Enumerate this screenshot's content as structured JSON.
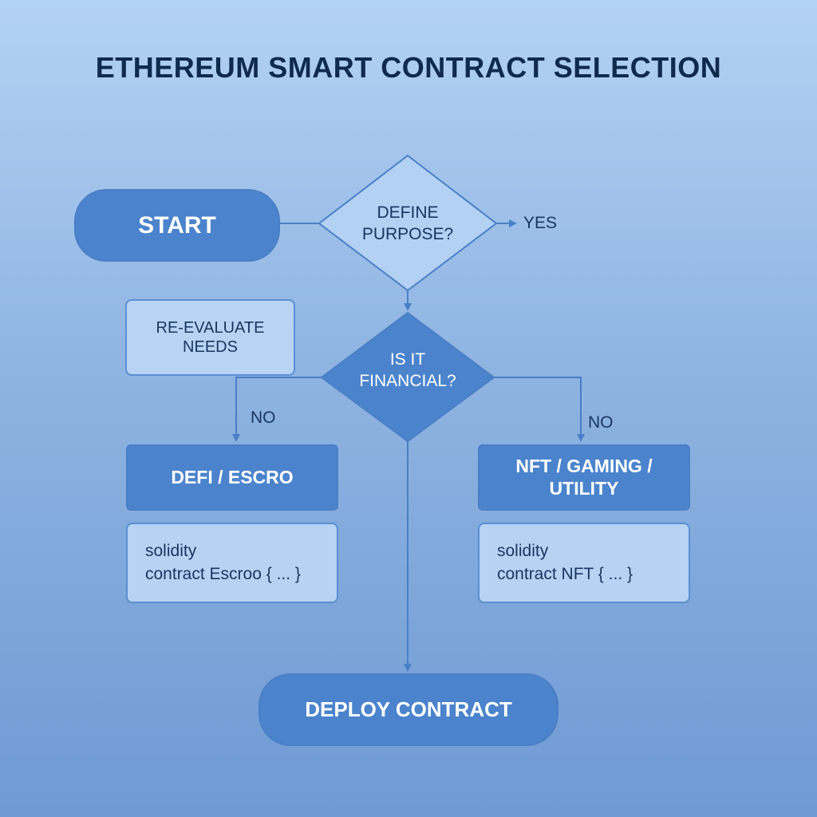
{
  "title": "ETHEREUM  SMART CONTRACT SELECTION",
  "nodes": {
    "start": "START",
    "define_purpose": [
      "DEFINE",
      "PURPOSE?"
    ],
    "reevaluate": [
      "RE-EVALUATE",
      "NEEDS"
    ],
    "is_financial": [
      "IS IT",
      "FINANCIAL?"
    ],
    "defi_escrow": "DEFI / ESCRO",
    "nft_gaming": [
      "NFT / GAMING /",
      "UTILITY"
    ],
    "code_escrow": [
      "solidity",
      "contract Escroo { ... }"
    ],
    "code_nft": [
      "solidity",
      "contract NFT { ... }"
    ],
    "deploy": "DEPLOY CONTRACT"
  },
  "edge_labels": {
    "yes": "YES",
    "no_left": "NO",
    "no_right": "NO"
  },
  "colors": {
    "dark_fill": "#4b84cc",
    "light_fill": "#b8d4f4",
    "line": "#4a7fc6",
    "title": "#0f2a4d"
  }
}
